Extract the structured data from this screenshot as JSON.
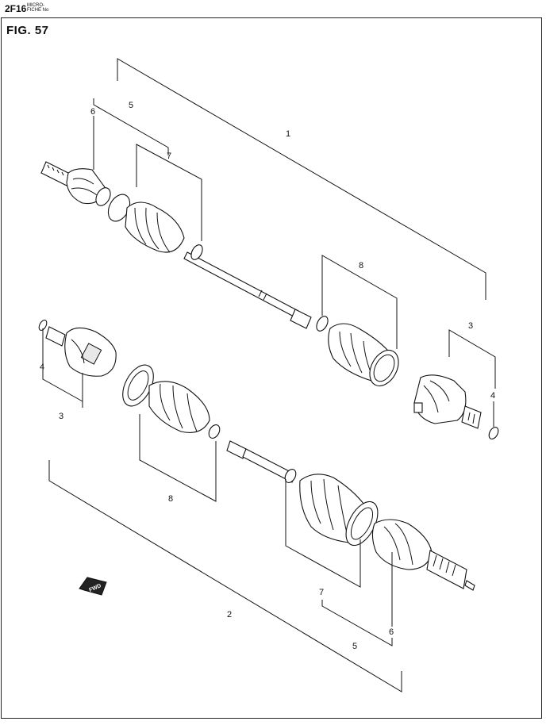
{
  "header": {
    "microfiche_code": "2F16",
    "microfiche_label_line1": "MICRO-",
    "microfiche_label_line2": "FICHE No"
  },
  "figure": {
    "title": "FIG.  57"
  },
  "callouts": {
    "c1": "1",
    "c2": "2",
    "c3_top": "3",
    "c3_left": "3",
    "c4_right": "4",
    "c4_left": "4",
    "c5_top": "5",
    "c5_bottom": "5",
    "c6_top": "6",
    "c6_bottom": "6",
    "c7_top": "7",
    "c7_bottom": "7",
    "c8_top": "8",
    "c8_bottom": "8"
  },
  "fwd_badge": "FWD"
}
